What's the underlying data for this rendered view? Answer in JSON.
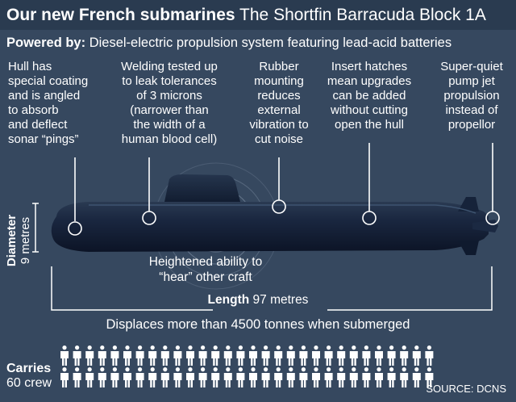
{
  "title": {
    "bold": "Our new French submarines",
    "rest": "The Shortfin Barracuda Block 1A"
  },
  "powered_by": {
    "label": "Powered by:",
    "text": "Diesel-electric propulsion system featuring lead-acid batteries"
  },
  "callouts": [
    {
      "lines": [
        "Hull has",
        "special coating",
        "and is angled",
        "to absorb",
        "and deflect",
        "sonar “pings”"
      ]
    },
    {
      "lines": [
        "Welding tested up",
        "to leak tolerances",
        "of 3 microns",
        "(narrower than",
        "the width of a",
        "human blood cell)"
      ]
    },
    {
      "lines": [
        "Rubber",
        "mounting",
        "reduces",
        "external",
        "vibration to",
        "cut noise"
      ]
    },
    {
      "lines": [
        "Insert hatches",
        "mean upgrades",
        "can be added",
        "without cutting",
        "open the hull"
      ]
    },
    {
      "lines": [
        "Super-quiet",
        "pump jet",
        "propulsion",
        "instead of",
        "propellor"
      ]
    }
  ],
  "diameter": {
    "label": "Diameter",
    "value": "9 metres"
  },
  "hear": {
    "lines": [
      "Heightened ability to",
      "“hear” other craft"
    ]
  },
  "length": {
    "label": "Length",
    "value": "97 metres"
  },
  "displaces": "Displaces more than 4500 tonnes when submerged",
  "crew": {
    "label": "Carries",
    "value": "60 crew",
    "count": 60
  },
  "source": "SOURCE: DCNS",
  "colors": {
    "background": "#36485f",
    "title_bar": "#2a3b50",
    "text": "#ffffff",
    "submarine": "#142034"
  }
}
